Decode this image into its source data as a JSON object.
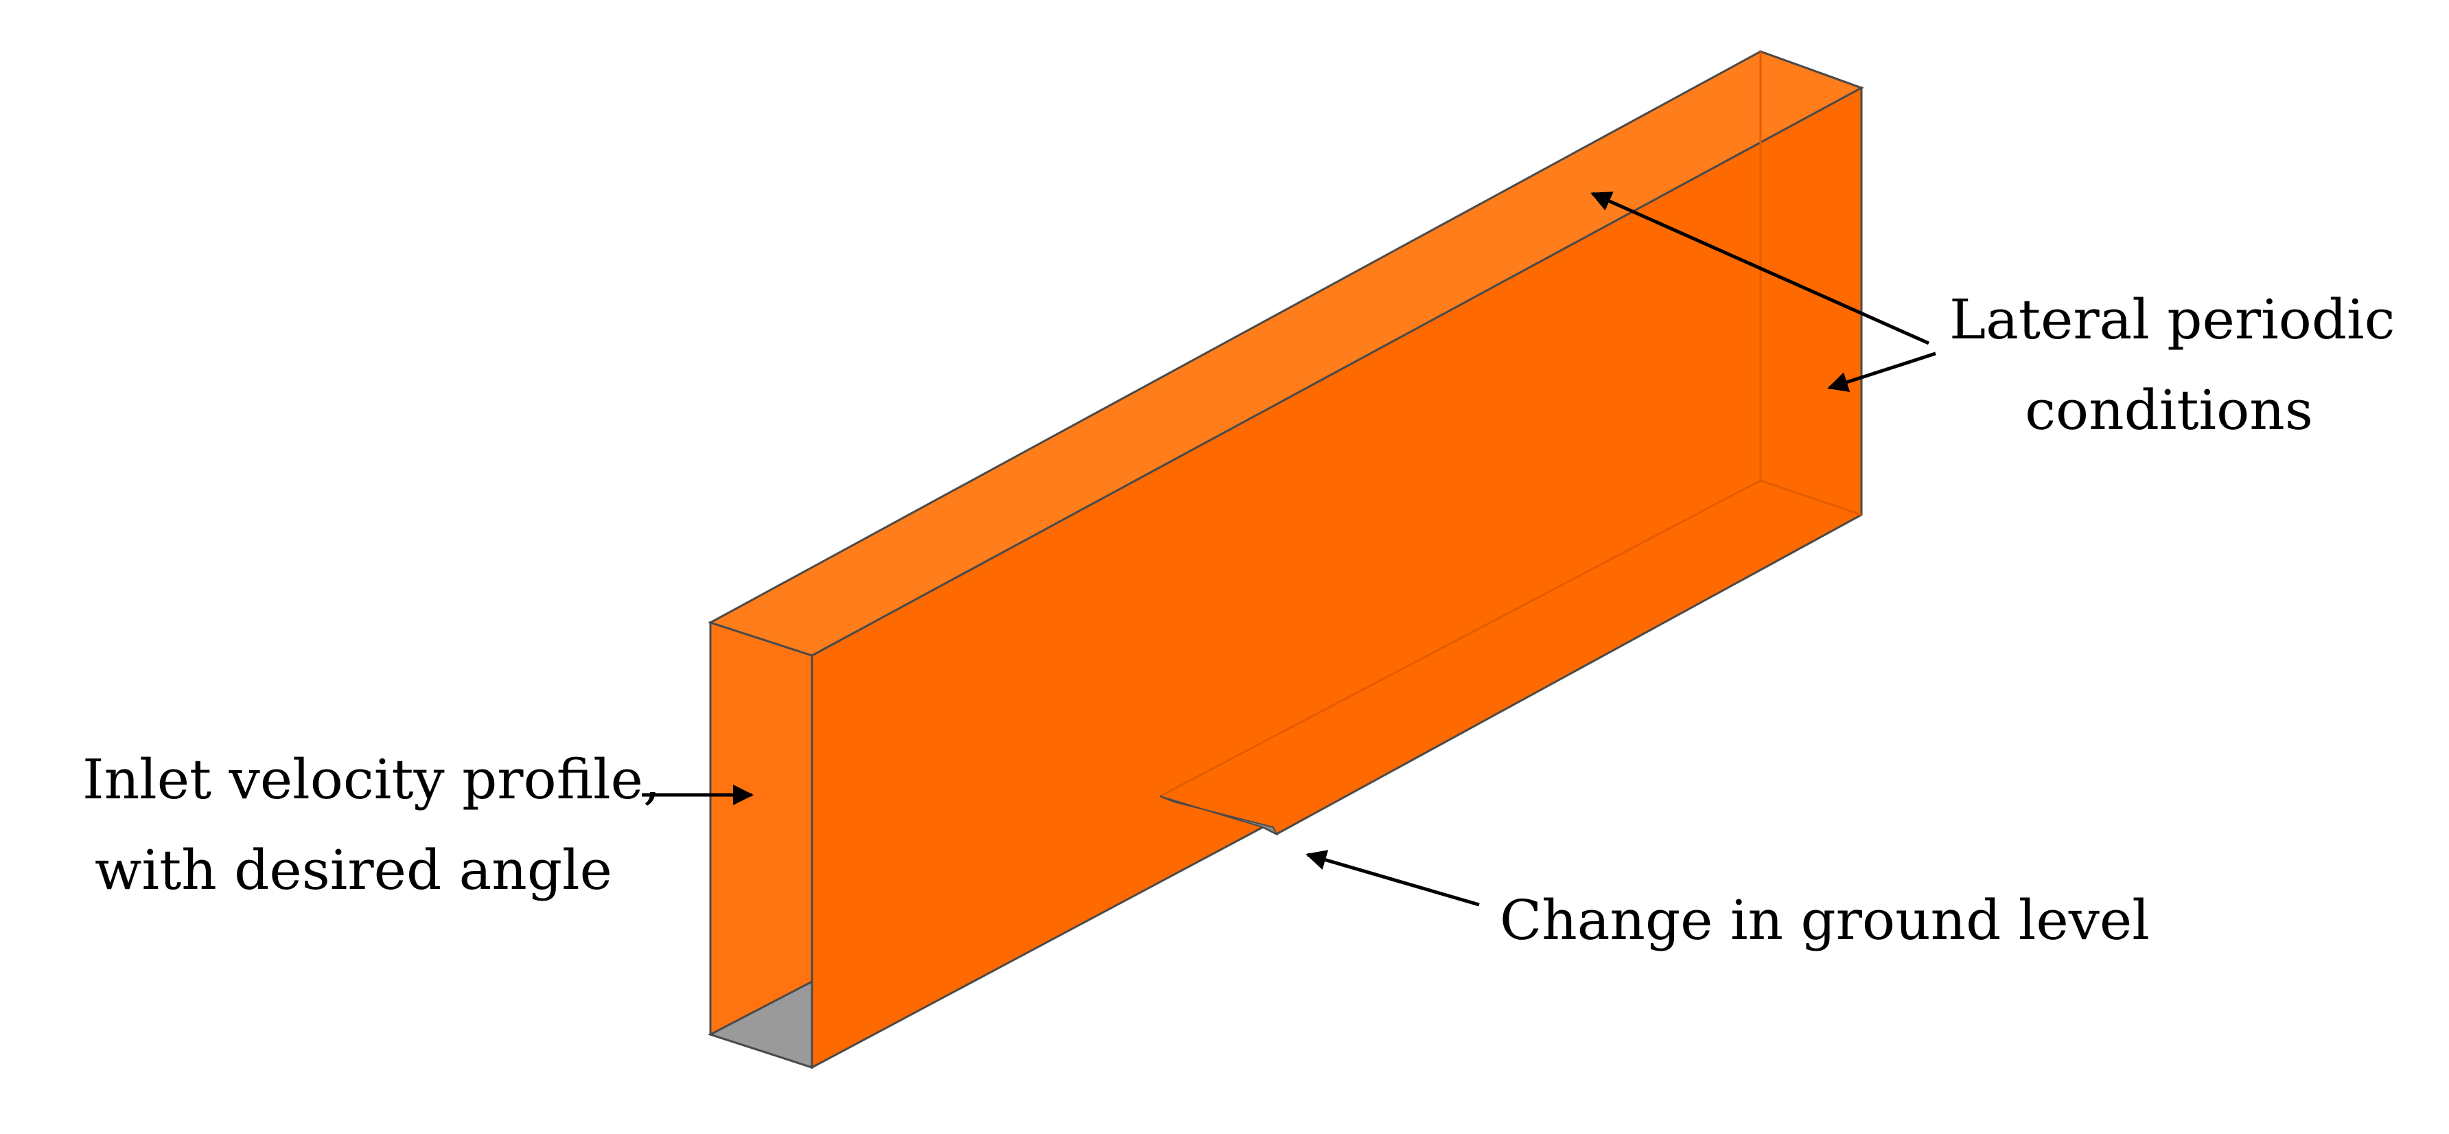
{
  "colors": {
    "orange_main": "#ff6a00",
    "orange_light": "#ff7d1a",
    "orange_mid": "#ff7410",
    "grey": "#9a9a9a",
    "edge": "#4a4a4a",
    "arrow": "#000000"
  },
  "labels": {
    "inlet": [
      "Inlet velocity profile,",
      "with desired angle"
    ],
    "lateral": [
      "Lateral periodic",
      "conditions"
    ],
    "ground": "Change in ground level"
  }
}
